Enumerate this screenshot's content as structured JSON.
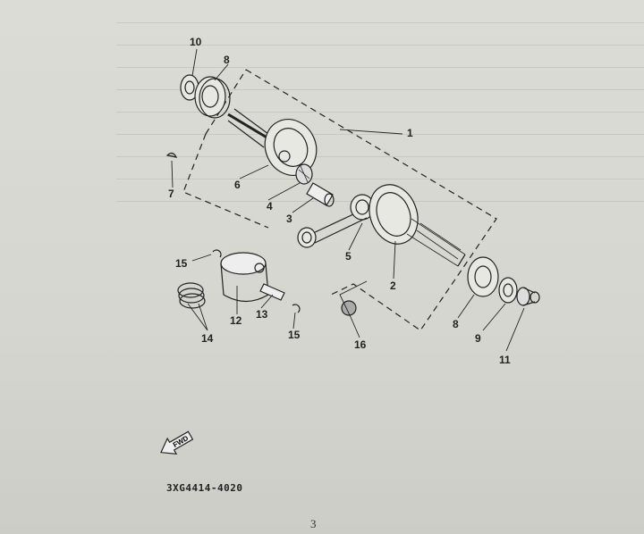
{
  "diagram": {
    "callouts": [
      {
        "id": "c10a",
        "label": "10"
      },
      {
        "id": "c8a",
        "label": "8"
      },
      {
        "id": "c1",
        "label": "1"
      },
      {
        "id": "c7",
        "label": "7"
      },
      {
        "id": "c6",
        "label": "6"
      },
      {
        "id": "c4",
        "label": "4"
      },
      {
        "id": "c3",
        "label": "3"
      },
      {
        "id": "c5",
        "label": "5"
      },
      {
        "id": "c2",
        "label": "2"
      },
      {
        "id": "c15a",
        "label": "15"
      },
      {
        "id": "c12",
        "label": "12"
      },
      {
        "id": "c13",
        "label": "13"
      },
      {
        "id": "c15b",
        "label": "15"
      },
      {
        "id": "c14",
        "label": "14"
      },
      {
        "id": "c16",
        "label": "16"
      },
      {
        "id": "c8b",
        "label": "8"
      },
      {
        "id": "c9",
        "label": "9"
      },
      {
        "id": "c11",
        "label": "11"
      }
    ],
    "fwd_label": "FWD",
    "part_number": "3XG4414-4020",
    "page_number": "3"
  }
}
